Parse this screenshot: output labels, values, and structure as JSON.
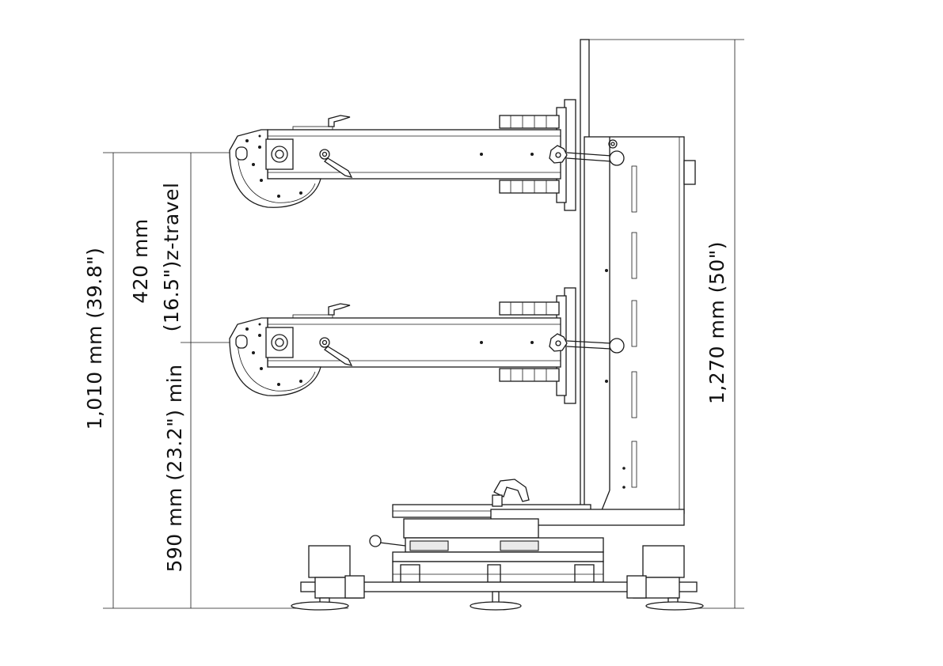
{
  "dimensions": {
    "overall_reach": "1,010 mm (39.8\")",
    "min_height": "590 mm (23.2\") min",
    "z_travel_mm": "420 mm",
    "z_travel_in": "(16.5\")z-travel",
    "overall_height": "1,270 mm (50\")"
  }
}
